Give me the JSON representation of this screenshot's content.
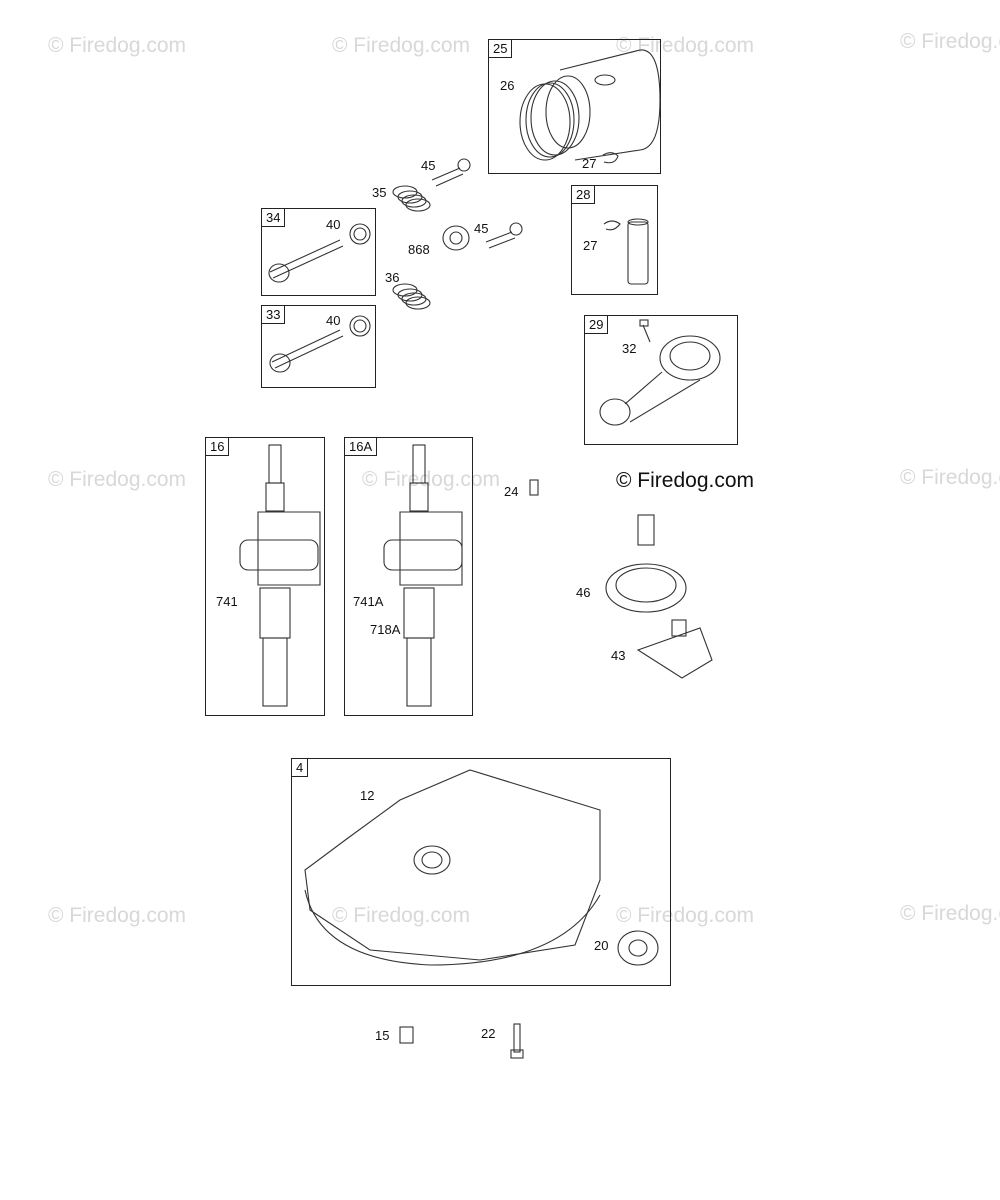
{
  "watermarks": [
    "© Firedog.com",
    "© Firedog.com",
    "© Firedog.com",
    "© Firedog.com",
    "© Firedog.com",
    "© Firedog.com",
    "© Firedog.com",
    "© Firedog.com",
    "© Firedog.com",
    "© Firedog.com",
    "© Firedog.com"
  ],
  "copyright": "© Firedog.com",
  "boxes": {
    "b25": "25",
    "b28": "28",
    "b34": "34",
    "b33": "33",
    "b29": "29",
    "b16": "16",
    "b16a": "16A",
    "b4": "4"
  },
  "labels": {
    "l26": "26",
    "l27a": "27",
    "l27b": "27",
    "l45a": "45",
    "l45b": "45",
    "l35": "35",
    "l36": "36",
    "l868": "868",
    "l40a": "40",
    "l40b": "40",
    "l32": "32",
    "l741": "741",
    "l741a": "741A",
    "l718a": "718A",
    "l24": "24",
    "l46": "46",
    "l43": "43",
    "l12": "12",
    "l20": "20",
    "l15": "15",
    "l22": "22"
  }
}
